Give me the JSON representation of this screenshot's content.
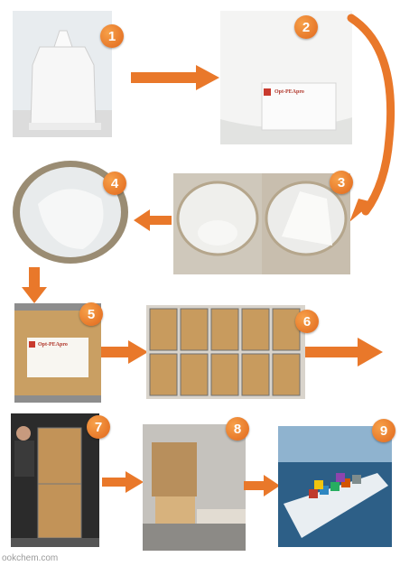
{
  "steps": [
    {
      "number": "1"
    },
    {
      "number": "2"
    },
    {
      "number": "3"
    },
    {
      "number": "4"
    },
    {
      "number": "5"
    },
    {
      "number": "6"
    },
    {
      "number": "7"
    },
    {
      "number": "8"
    },
    {
      "number": "9"
    }
  ],
  "label_text": "Opt-PEApro",
  "watermark": "ookchem.com",
  "colors": {
    "arrow": "#e9782a",
    "badge": "#e56d22",
    "drum": "#c9a06a"
  }
}
